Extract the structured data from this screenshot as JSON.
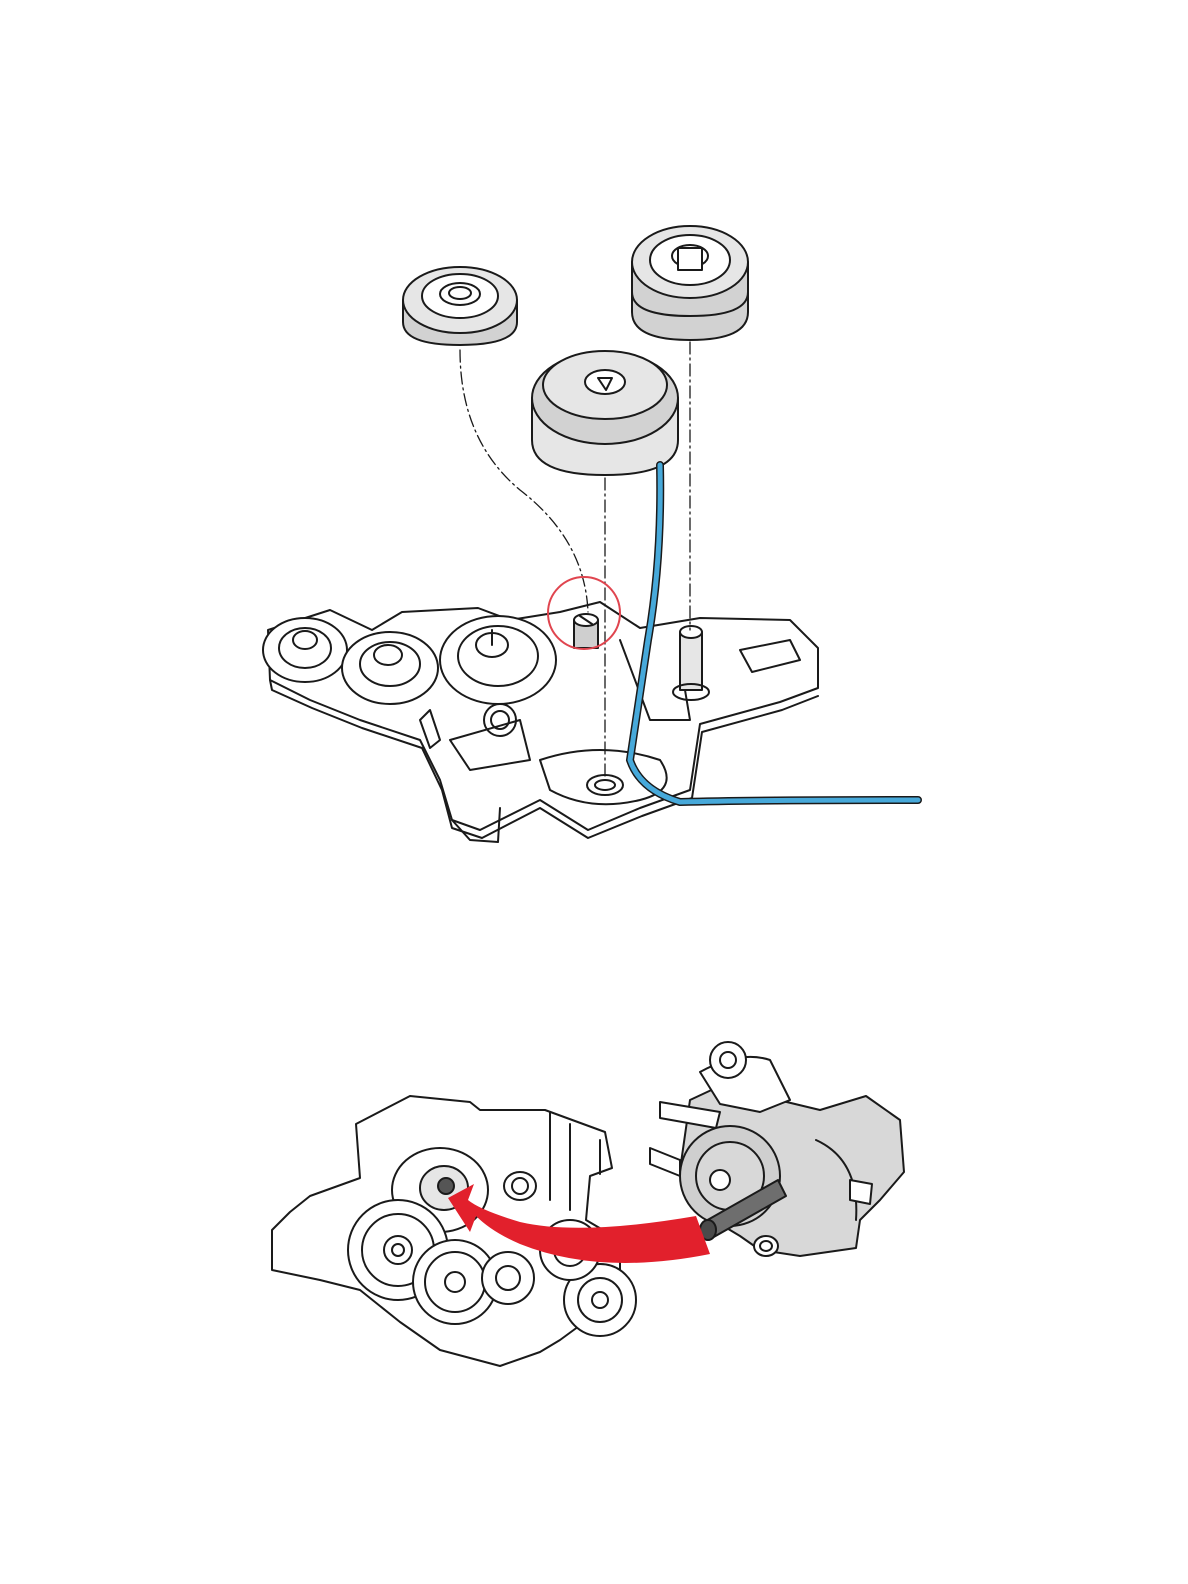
{
  "colors": {
    "line": "#1a1a1a",
    "part_fill": "#ffffff",
    "roller_fill": "#e6e6e6",
    "roller_shade": "#d2d2d2",
    "motor_fill": "#d8d8d8",
    "motor_shade": "#c4c4c4",
    "cable": "#47a9da",
    "callout_circle": "#e0454f",
    "arrow": "#e2202c"
  },
  "figures": [
    {
      "id": "assembly-exploded-view",
      "parts": [
        "roller-small",
        "roller-double",
        "roller-large",
        "base-plate",
        "cable",
        "callout-circle"
      ]
    },
    {
      "id": "motor-install-view",
      "parts": [
        "gear-housing",
        "motor-unit",
        "install-arrow"
      ]
    }
  ]
}
